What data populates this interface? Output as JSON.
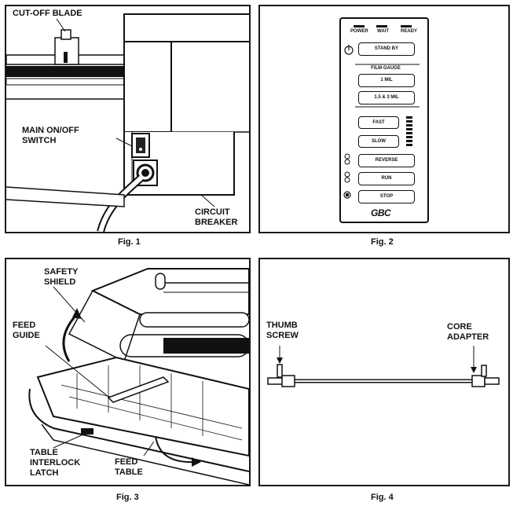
{
  "fig1": {
    "caption": "Fig. 1",
    "labels": {
      "cutoff_blade": "CUT-OFF BLADE",
      "main_switch_1": "MAIN ON/OFF",
      "main_switch_2": "SWITCH",
      "circuit_breaker_1": "CIRCUIT",
      "circuit_breaker_2": "BREAKER"
    }
  },
  "fig2": {
    "caption": "Fig. 2",
    "indicators": {
      "power": "POWER",
      "wait": "WAIT",
      "ready": "READY"
    },
    "buttons": {
      "stand_by": "STAND BY",
      "film_gauge": "FILM GAUGE",
      "one_mil": "1 MIL",
      "one_five_three_mil": "1.5 & 3 MIL",
      "fast": "FAST",
      "slow": "SLOW",
      "reverse": "REVERSE",
      "run": "RUN",
      "stop": "STOP"
    },
    "logo": "GBC"
  },
  "fig3": {
    "caption": "Fig. 3",
    "labels": {
      "safety_shield_1": "SAFETY",
      "safety_shield_2": "SHIELD",
      "feed_guide_1": "FEED",
      "feed_guide_2": "GUIDE",
      "interlock_1": "TABLE",
      "interlock_2": "INTERLOCK",
      "interlock_3": "LATCH",
      "feed_table_1": "FEED",
      "feed_table_2": "TABLE"
    }
  },
  "fig4": {
    "caption": "Fig. 4",
    "labels": {
      "thumb_screw_1": "THUMB",
      "thumb_screw_2": "SCREW",
      "core_adapter_1": "CORE",
      "core_adapter_2": "ADAPTER"
    }
  }
}
